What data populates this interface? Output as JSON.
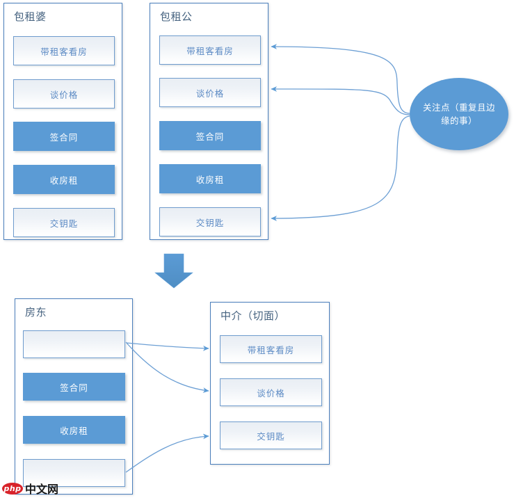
{
  "diagram": {
    "type": "flow-comparison",
    "accent_color": "#5b9bd5",
    "border_color": "#4a7ebb",
    "title_color": "#45627f",
    "light_box_text_color": "#5b8ac4",
    "top": {
      "lanes": [
        {
          "title": "包租婆",
          "items": [
            {
              "label": "带租客看房",
              "style": "light"
            },
            {
              "label": "谈价格",
              "style": "light"
            },
            {
              "label": "签合同",
              "style": "filled"
            },
            {
              "label": "收房租",
              "style": "filled"
            },
            {
              "label": "交钥匙",
              "style": "light"
            }
          ]
        },
        {
          "title": "包租公",
          "items": [
            {
              "label": "带租客看房",
              "style": "light"
            },
            {
              "label": "谈价格",
              "style": "light"
            },
            {
              "label": "签合同",
              "style": "filled"
            },
            {
              "label": "收房租",
              "style": "filled"
            },
            {
              "label": "交钥匙",
              "style": "light"
            }
          ]
        }
      ],
      "callout": "关注点（重复且边缘的事）"
    },
    "bottom": {
      "lanes": [
        {
          "title": "房东",
          "items": [
            {
              "label": "",
              "style": "light"
            },
            {
              "label": "签合同",
              "style": "filled"
            },
            {
              "label": "收房租",
              "style": "filled"
            },
            {
              "label": "",
              "style": "light"
            }
          ]
        },
        {
          "title": "中介（切面）",
          "items": [
            {
              "label": "带租客看房",
              "style": "light"
            },
            {
              "label": "谈价格",
              "style": "light"
            },
            {
              "label": "交钥匙",
              "style": "light"
            }
          ]
        }
      ]
    },
    "transition_arrow": "down-arrow"
  },
  "watermark": {
    "badge": "php",
    "text": "中文网"
  }
}
